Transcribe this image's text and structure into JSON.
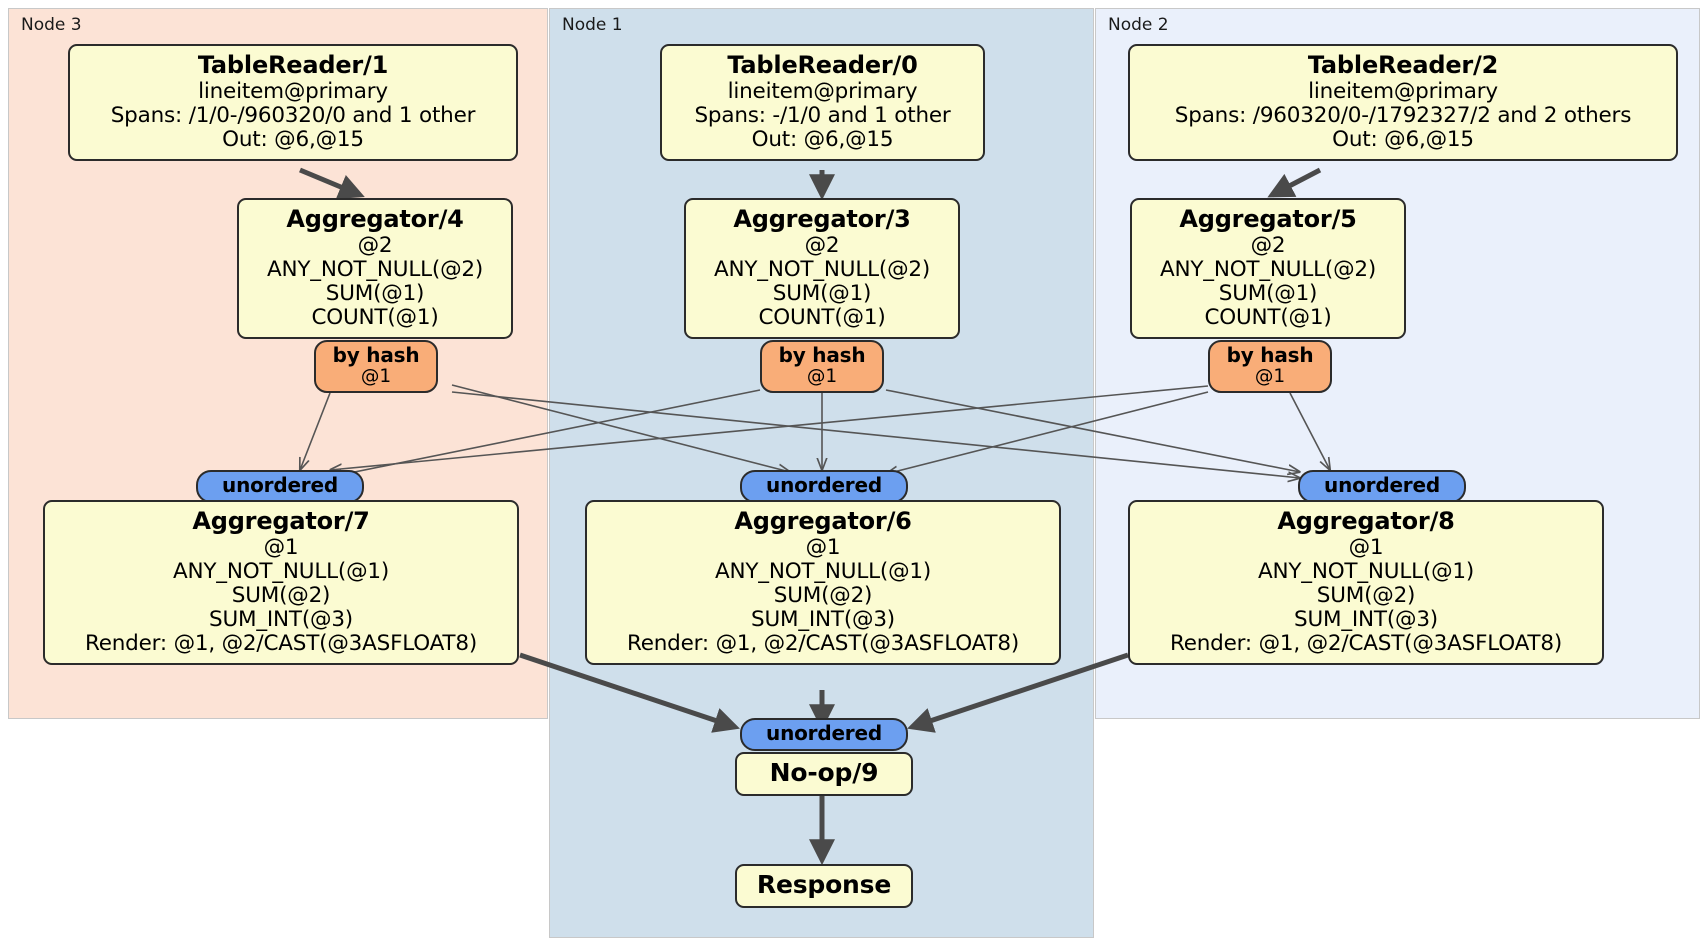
{
  "title": "DistSQL physical plan",
  "palette": {
    "node3_bg": "#fce3d6",
    "node1_bg": "#cfdfeb",
    "node2_bg": "#eaf0fb",
    "processor_bg": "#fbfbd2",
    "processor_border": "#2b2b2b",
    "hash_badge_bg": "#f9ad78",
    "unordered_badge_bg": "#6c9ff0",
    "edge_thin": "#555555",
    "edge_thick": "#4a4a4a"
  },
  "nodes": [
    {
      "id": "node3",
      "label": "Node 3"
    },
    {
      "id": "node1",
      "label": "Node 1"
    },
    {
      "id": "node2",
      "label": "Node 2"
    }
  ],
  "processors": {
    "table_reader_1": {
      "title": "TableReader/1",
      "lines": [
        "lineitem@primary",
        "Spans: /1/0-/960320/0 and 1 other",
        "Out: @6,@15"
      ]
    },
    "table_reader_0": {
      "title": "TableReader/0",
      "lines": [
        "lineitem@primary",
        "Spans: -/1/0 and 1 other",
        "Out: @6,@15"
      ]
    },
    "table_reader_2": {
      "title": "TableReader/2",
      "lines": [
        "lineitem@primary",
        "Spans: /960320/0-/1792327/2 and 2 others",
        "Out: @6,@15"
      ]
    },
    "aggregator_4": {
      "title": "Aggregator/4",
      "lines": [
        "@2",
        "ANY_NOT_NULL(@2)",
        "SUM(@1)",
        "COUNT(@1)"
      ]
    },
    "aggregator_3": {
      "title": "Aggregator/3",
      "lines": [
        "@2",
        "ANY_NOT_NULL(@2)",
        "SUM(@1)",
        "COUNT(@1)"
      ]
    },
    "aggregator_5": {
      "title": "Aggregator/5",
      "lines": [
        "@2",
        "ANY_NOT_NULL(@2)",
        "SUM(@1)",
        "COUNT(@1)"
      ]
    },
    "aggregator_7": {
      "title": "Aggregator/7",
      "lines": [
        "@1",
        "ANY_NOT_NULL(@1)",
        "SUM(@2)",
        "SUM_INT(@3)",
        "Render: @1, @2/CAST(@3ASFLOAT8)"
      ]
    },
    "aggregator_6": {
      "title": "Aggregator/6",
      "lines": [
        "@1",
        "ANY_NOT_NULL(@1)",
        "SUM(@2)",
        "SUM_INT(@3)",
        "Render: @1, @2/CAST(@3ASFLOAT8)"
      ]
    },
    "aggregator_8": {
      "title": "Aggregator/8",
      "lines": [
        "@1",
        "ANY_NOT_NULL(@1)",
        "SUM(@2)",
        "SUM_INT(@3)",
        "Render: @1, @2/CAST(@3ASFLOAT8)"
      ]
    },
    "noop_9": {
      "title": "No-op/9",
      "lines": []
    },
    "response": {
      "title": "Response",
      "lines": []
    }
  },
  "badges": {
    "hash_left": {
      "line1": "by hash",
      "line2": "@1"
    },
    "hash_center": {
      "line1": "by hash",
      "line2": "@1"
    },
    "hash_right": {
      "line1": "by hash",
      "line2": "@1"
    },
    "unordered_left": {
      "line1": "unordered"
    },
    "unordered_center": {
      "line1": "unordered"
    },
    "unordered_right": {
      "line1": "unordered"
    },
    "unordered_final": {
      "line1": "unordered"
    }
  }
}
